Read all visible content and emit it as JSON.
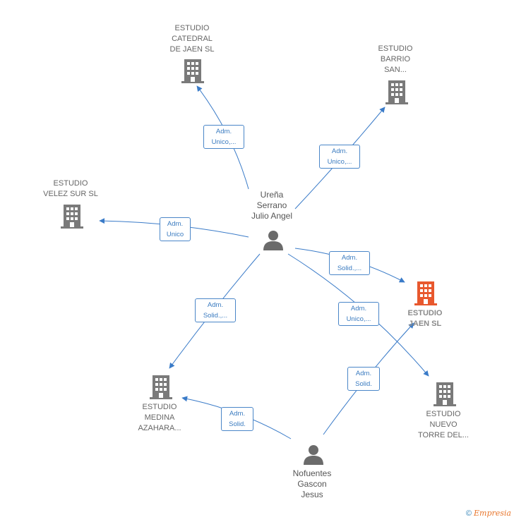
{
  "companies": [
    {
      "id": "catedral",
      "label": "ESTUDIO\nCATEDRAL\nDE JAEN SL",
      "highlight": false
    },
    {
      "id": "barrio",
      "label": "ESTUDIO\nBARRIO\nSAN...",
      "highlight": false
    },
    {
      "id": "velez",
      "label": "ESTUDIO\nVELEZ SUR SL",
      "highlight": false
    },
    {
      "id": "jaen",
      "label": "ESTUDIO\nJAEN SL",
      "highlight": true
    },
    {
      "id": "medina",
      "label": "ESTUDIO\nMEDINA\nAZAHARA...",
      "highlight": false
    },
    {
      "id": "nuevo",
      "label": "ESTUDIO\nNUEVO\nTORRE DEL...",
      "highlight": false
    }
  ],
  "people": [
    {
      "id": "urena",
      "label": "Ureña\nSerrano\nJulio Angel"
    },
    {
      "id": "nofuentes",
      "label": "Nofuentes\nGascon\nJesus"
    }
  ],
  "edges": [
    {
      "from": "urena",
      "to": "catedral",
      "label": "Adm.\nUnico,..."
    },
    {
      "from": "urena",
      "to": "barrio",
      "label": "Adm.\nUnico,..."
    },
    {
      "from": "urena",
      "to": "velez",
      "label": "Adm.\nUnico"
    },
    {
      "from": "urena",
      "to": "jaen",
      "label": "Adm.\nSolid.,..."
    },
    {
      "from": "urena",
      "to": "medina",
      "label": "Adm.\nSolid.,..."
    },
    {
      "from": "urena",
      "to": "nuevo",
      "label": "Adm.\nUnico,..."
    },
    {
      "from": "nofuentes",
      "to": "jaen",
      "label": "Adm.\nSolid."
    },
    {
      "from": "nofuentes",
      "to": "medina",
      "label": "Adm.\nSolid."
    }
  ],
  "colors": {
    "edge": "#3a7bc8",
    "building": "#7a7a7a",
    "building_highlight": "#e8582e",
    "person": "#6b6b6b"
  },
  "footer": {
    "copyright": "©",
    "brand": "Empresia"
  }
}
